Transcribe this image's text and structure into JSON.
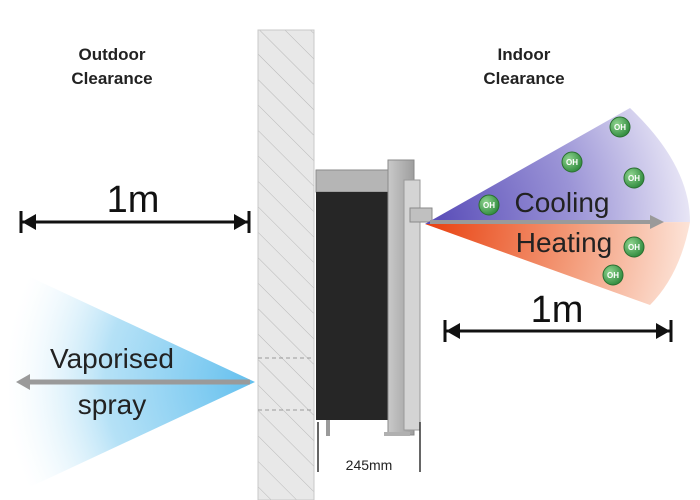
{
  "outdoor": {
    "title_line1": "Outdoor",
    "title_line2": "Clearance",
    "distance": "1m",
    "spray_line1": "Vaporised",
    "spray_line2": "spray"
  },
  "indoor": {
    "title_line1": "Indoor",
    "title_line2": "Clearance",
    "distance": "1m",
    "cooling": "Cooling",
    "heating": "Heating"
  },
  "unit": {
    "depth": "245mm"
  },
  "oh_label": "OH",
  "colors": {
    "cooling": "#6a5fc4",
    "heating": "#ec4a1e",
    "spray": "#78c8ee",
    "oh_ball": "#3f9a4a",
    "unit_body": "#2a2a2a",
    "wall": "#e6e6e6"
  },
  "icons": {
    "dimension": "double-arrow-icon",
    "airflow": "arrow-icon",
    "molecule": "oh-molecule-icon"
  }
}
